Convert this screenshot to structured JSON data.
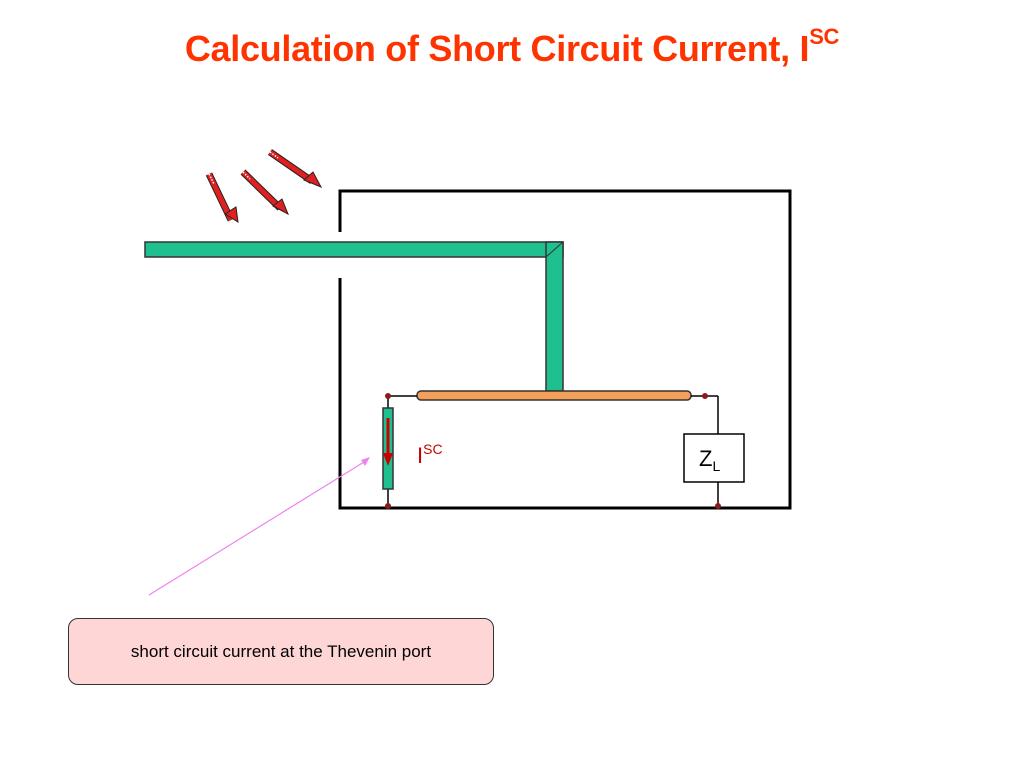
{
  "title": {
    "text": "Calculation of Short Circuit Current, I",
    "superscript": "SC"
  },
  "diagram": {
    "current_label": {
      "main": "I",
      "superscript": "SC"
    },
    "load_label": {
      "main": "Z",
      "subscript": "L"
    },
    "colors": {
      "incident_arrow": "#e02020",
      "wire_antenna": "#1fbf8f",
      "transmission_line": "#f5a05a",
      "current_arrow": "#cc0000",
      "pointer_line": "#ee82ee",
      "title": "#ff3300",
      "callout_fill": "#ffd6d6"
    }
  },
  "callout": {
    "text": "short circuit current at the Thevenin port"
  }
}
